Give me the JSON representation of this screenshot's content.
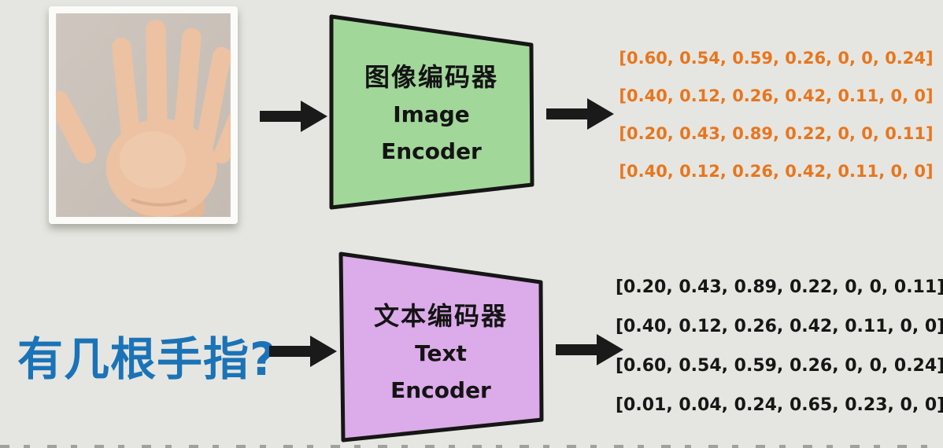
{
  "page": {
    "background": "#e5e6e1",
    "arrow_color": "#1a1a1a"
  },
  "image_branch": {
    "input_photo": {
      "alt": "open palm photo showing six fingers"
    },
    "encoder": {
      "lines": [
        "图像编码器",
        "Image",
        "Encoder"
      ],
      "fill": "#a2d79a",
      "border": "#161616"
    },
    "embeddings": {
      "color": "#e8761e",
      "rows": [
        "[0.60, 0.54, 0.59, 0.26, 0, 0, 0.24]",
        "[0.40, 0.12, 0.26, 0.42, 0.11, 0, 0]",
        "[0.20, 0.43, 0.89, 0.22, 0, 0, 0.11]",
        "[0.40, 0.12, 0.26, 0.42, 0.11, 0, 0]"
      ]
    }
  },
  "text_branch": {
    "input_question": {
      "text": "有几根手指?",
      "color": "#1b73b7"
    },
    "encoder": {
      "lines": [
        "文本编码器",
        "Text",
        "Encoder"
      ],
      "fill": "#dcabe9",
      "border": "#161616"
    },
    "embeddings": {
      "color": "#161616",
      "rows": [
        "[0.20, 0.43, 0.89, 0.22, 0, 0, 0.11]",
        "[0.40, 0.12, 0.26, 0.42, 0.11, 0, 0]",
        "[0.60, 0.54, 0.59, 0.26, 0, 0, 0.24]",
        "[0.01, 0.04, 0.24, 0.65, 0.23, 0, 0]"
      ]
    }
  }
}
